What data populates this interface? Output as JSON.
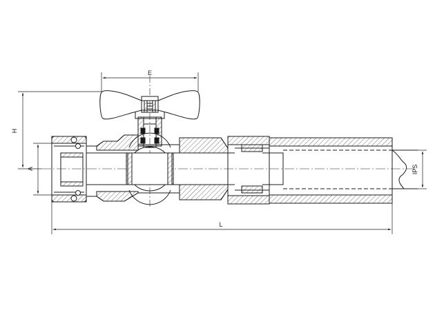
{
  "drawing": {
    "line_color": "#1a1a1a",
    "hatch_color": "#333333",
    "background": "#ffffff"
  },
  "dimensions": {
    "E": "E",
    "H": "H",
    "A": "A",
    "L": "L",
    "IPS": "IPS"
  }
}
